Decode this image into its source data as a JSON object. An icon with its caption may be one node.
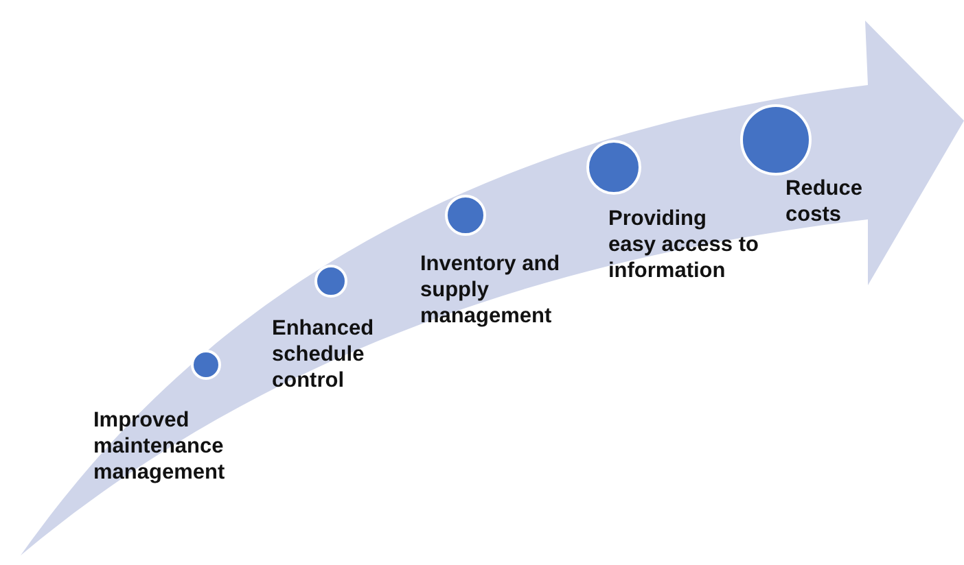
{
  "diagram": {
    "nodes": [
      {
        "text": [],
        "shape": "circle",
        "beside": [
          "Improved maintenance management"
        ]
      },
      {
        "text": [],
        "shape": "circle",
        "beside": [
          "Enhanced schedule control"
        ]
      },
      {
        "text": [],
        "shape": "circle",
        "beside": [
          "Inventory and supply management"
        ]
      },
      {
        "text": [],
        "shape": "circle",
        "beside": [
          "Providing easy access to information"
        ]
      },
      {
        "text": [],
        "shape": "circle",
        "beside": [
          "Reduce costs"
        ]
      }
    ]
  }
}
